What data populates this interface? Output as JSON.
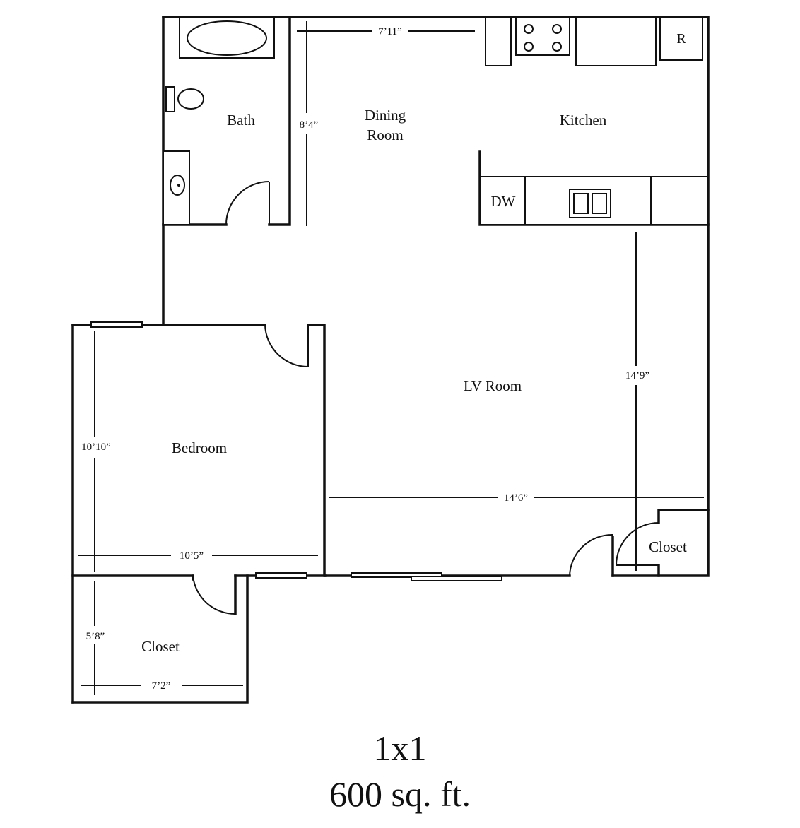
{
  "rooms": {
    "bath": "Bath",
    "dining_line1": "Dining",
    "dining_line2": "Room",
    "kitchen": "Kitchen",
    "refrigerator": "R",
    "dishwasher": "DW",
    "living": "LV Room",
    "bedroom": "Bedroom",
    "closet_bedroom": "Closet",
    "closet_living": "Closet"
  },
  "dimensions": {
    "dining_width": "7’11”",
    "dining_depth": "8’4”",
    "living_depth": "14’9”",
    "living_width": "14’6”",
    "bedroom_depth": "10’10”",
    "bedroom_width": "10’5”",
    "closet_depth": "5’8”",
    "closet_width": "7’2”"
  },
  "unit": {
    "type": "1x1",
    "area": "600 sq. ft."
  }
}
